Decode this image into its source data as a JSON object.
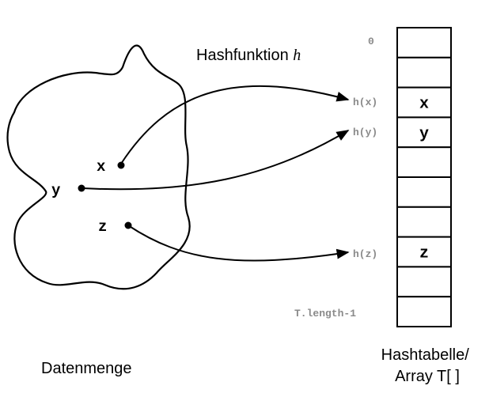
{
  "title": {
    "text": "Hashfunktion ",
    "var": "h"
  },
  "dataset_label": "Datenmenge",
  "table_label": [
    "Hashtabelle/",
    "Array T[ ]"
  ],
  "elements": [
    "x",
    "y",
    "z"
  ],
  "slot_labels": {
    "first": "0",
    "hx": "h(x)",
    "hy": "h(y)",
    "hz": "h(z)",
    "last": "T.length-1"
  },
  "table": {
    "cells": [
      "",
      "",
      "x",
      "y",
      "",
      "",
      "",
      "z",
      "",
      ""
    ]
  },
  "colors": {
    "stroke": "#000000",
    "slot_label": "#8a8a8a",
    "background": "#ffffff"
  }
}
